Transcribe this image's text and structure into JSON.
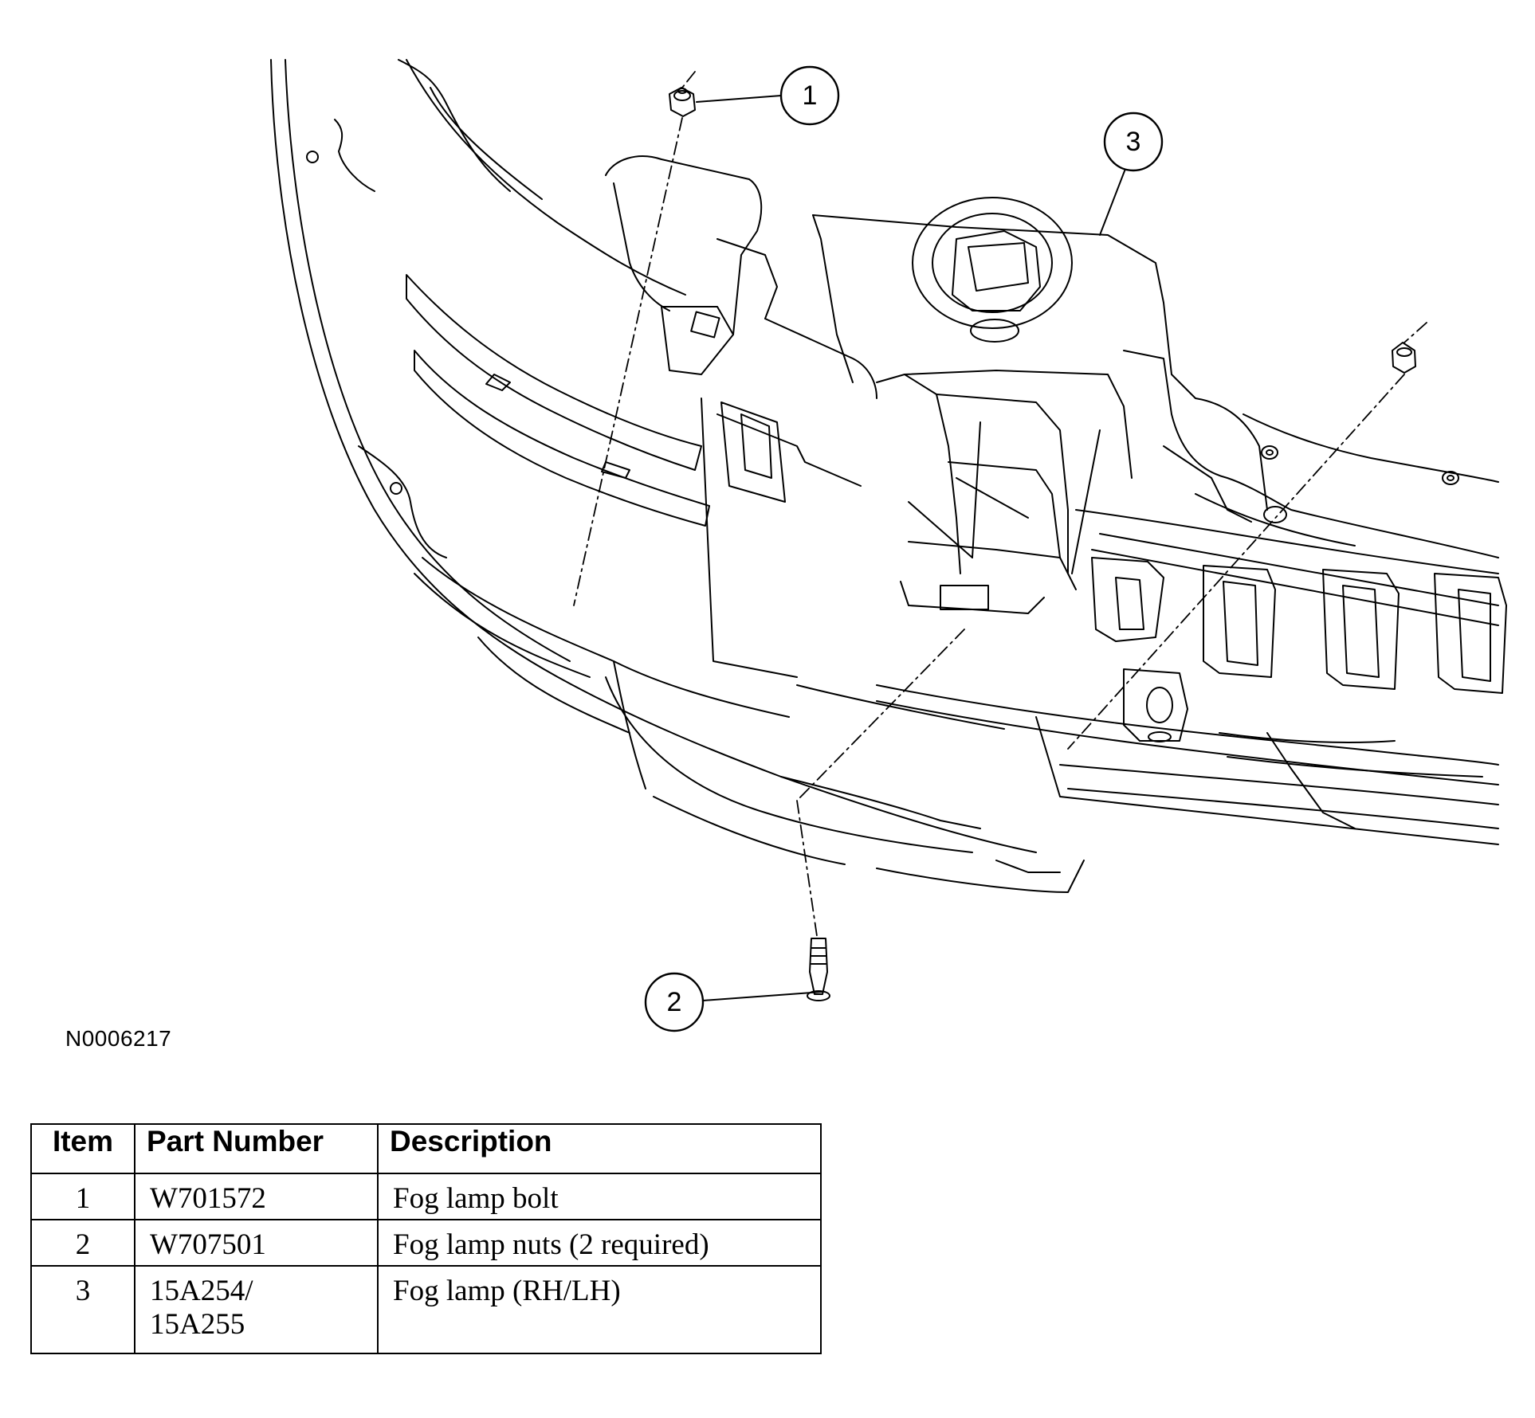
{
  "figure_id": "N0006217",
  "callouts": [
    "1",
    "2",
    "3"
  ],
  "table": {
    "headers": {
      "item": "Item",
      "part_number": "Part Number",
      "description": "Description"
    },
    "rows": [
      {
        "item": "1",
        "part_number": "W701572",
        "description": "Fog lamp bolt"
      },
      {
        "item": "2",
        "part_number": "W707501",
        "description": "Fog lamp nuts (2 required)"
      },
      {
        "item": "3",
        "part_number": "15A254/\n15A255",
        "description": "Fog lamp (RH/LH)"
      }
    ]
  }
}
